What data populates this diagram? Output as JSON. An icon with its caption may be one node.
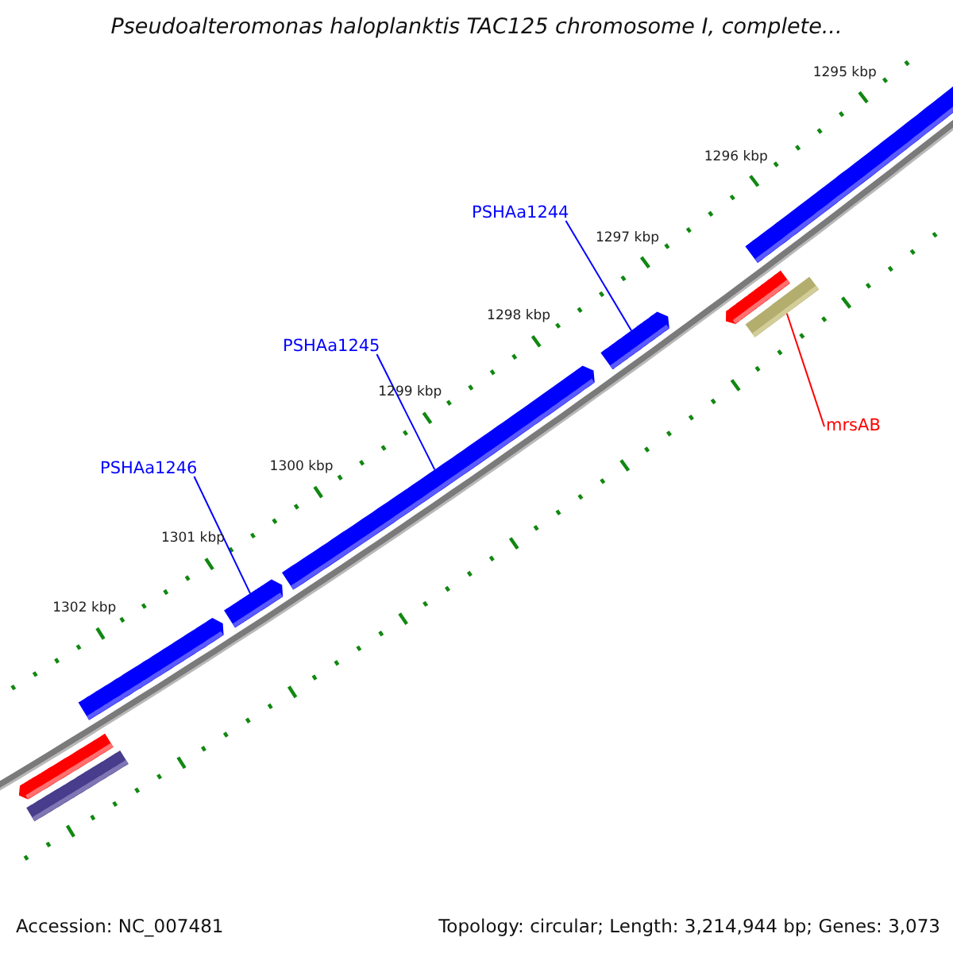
{
  "diagram": {
    "title": "Pseudoalteromonas haloplanktis TAC125 chromosome I, complete...",
    "nodes": [
      {
        "text": [
          "PSHAa1244"
        ]
      },
      {
        "text": [
          "PSHAa1245"
        ]
      },
      {
        "text": [
          "PSHAa1246"
        ]
      },
      {
        "text": [
          "mrsAB"
        ]
      },
      {
        "text": [],
        "shape": "bar"
      },
      {
        "text": [],
        "shape": "bar"
      },
      {
        "text": [],
        "shape": "bar"
      },
      {
        "text": [],
        "shape": "bar"
      },
      {
        "text": [],
        "shape": "bar"
      },
      {
        "text": [],
        "shape": "bar"
      },
      {
        "text": [],
        "shape": "bar"
      },
      {
        "text": [],
        "shape": "bar"
      },
      {
        "text": [],
        "shape": "bar"
      }
    ],
    "edges": [
      {
        "from": 0,
        "to": 9,
        "arrow": "none"
      },
      {
        "from": 1,
        "to": 8,
        "arrow": "none"
      },
      {
        "from": 2,
        "to": 7,
        "arrow": "none"
      },
      {
        "from": 3,
        "to": 11,
        "arrow": "none",
        "color": "#ff0000"
      }
    ],
    "labels": [
      "1295 kbp",
      "1296 kbp",
      "1297 kbp",
      "1298 kbp",
      "1299 kbp",
      "1300 kbp",
      "1301 kbp",
      "1302 kbp",
      "Accession: NC_007481",
      "Topology: circular; Length: 3,214,944 bp; Genes: 3,073"
    ]
  }
}
